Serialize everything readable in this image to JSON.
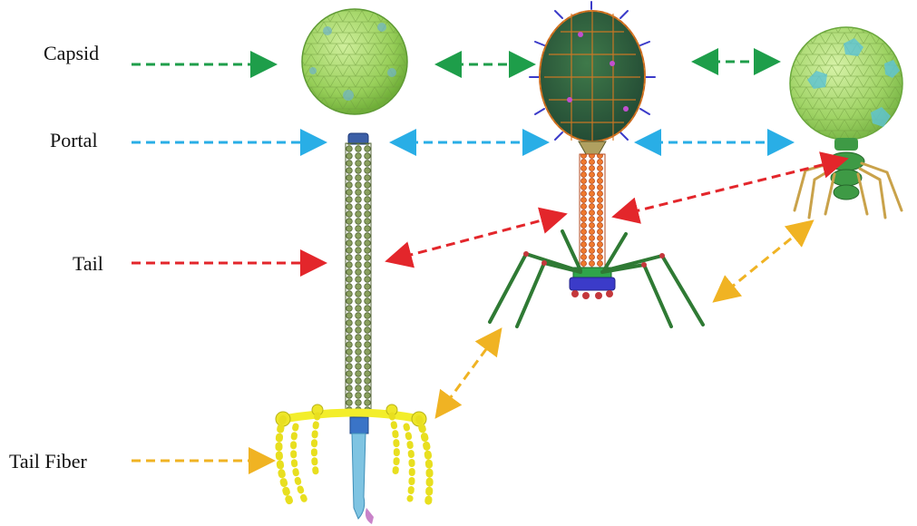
{
  "labels": {
    "capsid": "Capsid",
    "portal": "Portal",
    "tail": "Tail",
    "tail_fiber": "Tail Fiber"
  },
  "colors": {
    "capsid": "#1e9e4a",
    "portal": "#29aee6",
    "tail": "#e3262b",
    "tail_fiber": "#f0b323"
  },
  "phages": [
    {
      "name": "long-tail-phage-icon"
    },
    {
      "name": "spiky-capsid-phage-icon"
    },
    {
      "name": "short-tail-phage-icon"
    }
  ]
}
